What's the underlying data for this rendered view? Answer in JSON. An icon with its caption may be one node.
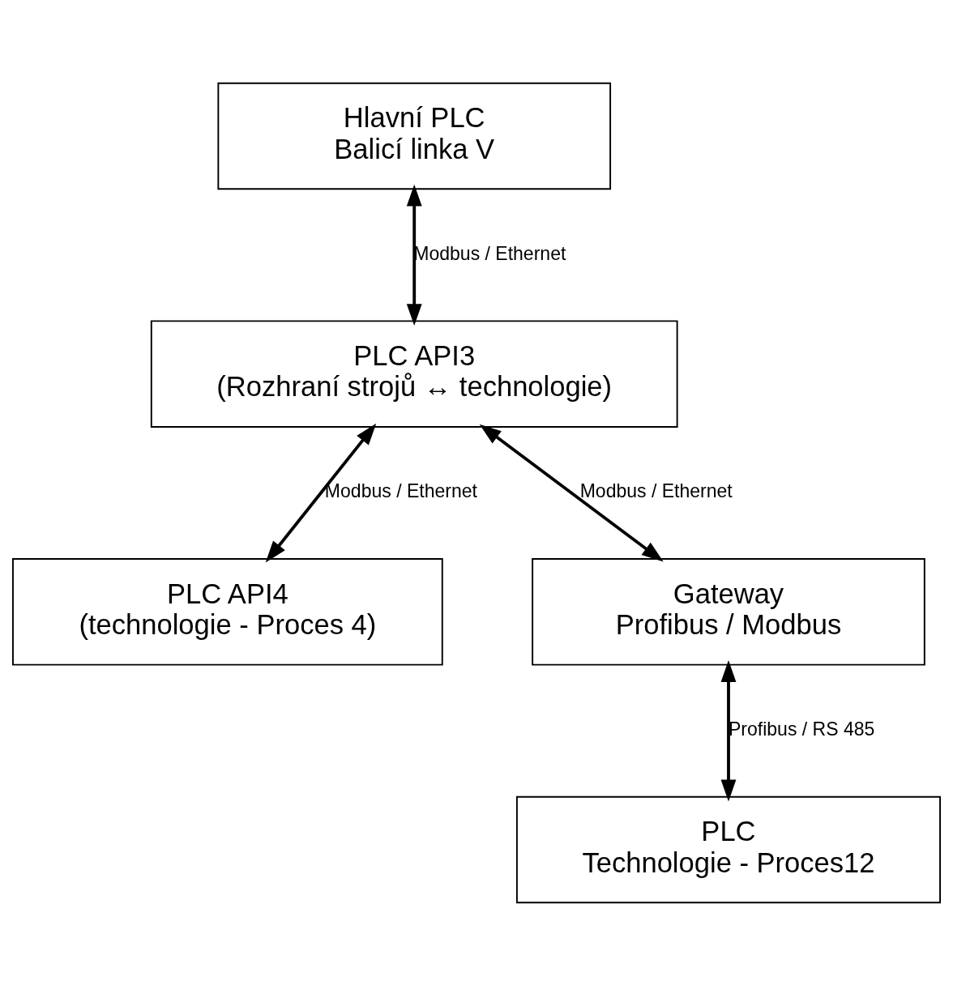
{
  "diagram": {
    "nodes": [
      {
        "text": [
          "Hlavní PLC",
          "Balicí linka V"
        ]
      },
      {
        "text": [
          "PLC API3",
          "(Rozhraní strojů ↔ technologie)"
        ]
      },
      {
        "text": [
          "PLC API4",
          "(technologie - Proces 4)"
        ]
      },
      {
        "text": [
          "Gateway",
          "Profibus / Modbus"
        ]
      },
      {
        "text": [
          "PLC",
          "Technologie - Proces12"
        ]
      }
    ],
    "edges": [
      {
        "from": 0,
        "to": 1,
        "arrow": "both",
        "label": "Modbus / Ethernet"
      },
      {
        "from": 1,
        "to": 2,
        "arrow": "both",
        "label": "Modbus / Ethernet"
      },
      {
        "from": 1,
        "to": 3,
        "arrow": "both",
        "label": "Modbus / Ethernet"
      },
      {
        "from": 3,
        "to": 4,
        "arrow": "both",
        "label": "Profibus / RS 485"
      }
    ]
  }
}
